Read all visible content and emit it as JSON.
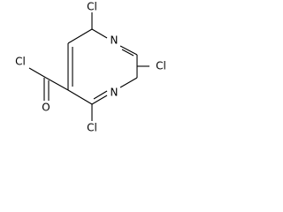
{
  "molecule": {
    "atoms": {
      "cl_top": "Cl",
      "n_top": "N",
      "cl_right": "Cl",
      "n_bottom": "N",
      "cl_bottom": "Cl",
      "cl_acyl": "Cl",
      "o_carbonyl": "O"
    }
  }
}
